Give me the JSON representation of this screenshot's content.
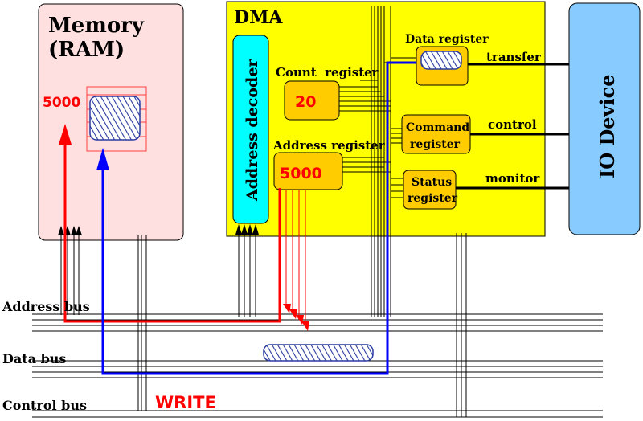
{
  "memory": {
    "title_line1": "Memory",
    "title_line2": "(RAM)",
    "address": "5000"
  },
  "dma": {
    "title": "DMA",
    "address_decoder": "Address decoder",
    "count_register": {
      "label": "Count  register",
      "value": "20"
    },
    "address_register": {
      "label": "Address register",
      "value": "5000"
    },
    "data_register": {
      "label": "Data register"
    },
    "command_register": {
      "line1": "Command",
      "line2": "register"
    },
    "status_register": {
      "line1": "Status",
      "line2": "register"
    }
  },
  "io_device": {
    "label": "IO Device"
  },
  "signals": {
    "transfer": "transfer",
    "control": "control",
    "monitor": "monitor"
  },
  "buses": {
    "address": "Address bus",
    "data": "Data bus",
    "control": "Control bus"
  },
  "operation": "WRITE",
  "colors": {
    "memory_fill": "#ffe0e0",
    "dma_fill": "#ffff00",
    "register_fill": "#ffcc00",
    "decoder_fill": "#00ffff",
    "io_fill": "#88ccff",
    "address_path": "#ff0000",
    "data_path": "#0000ff"
  }
}
